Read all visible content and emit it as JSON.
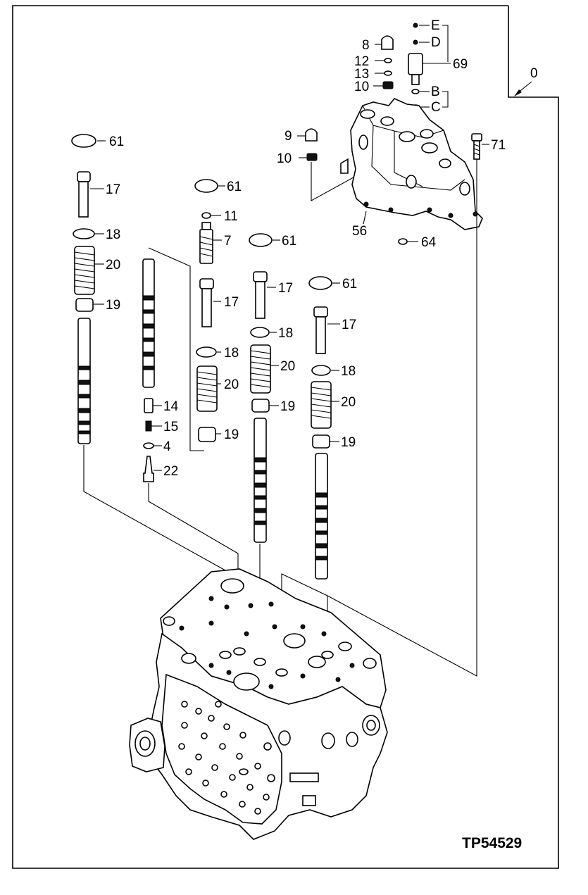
{
  "diagram": {
    "figure_id": "TP54529",
    "assembly_ref": "0",
    "labels": {
      "l61a": "61",
      "l17a": "17",
      "l18a": "18",
      "l20a": "20",
      "l19a": "19",
      "l14": "14",
      "l15": "15",
      "l4": "4",
      "l22": "22",
      "l61b": "61",
      "l11": "11",
      "l7": "7",
      "l17b": "17",
      "l18b": "18",
      "l20b": "20",
      "l19b": "19",
      "l61c": "61",
      "l17c": "17",
      "l18c": "18",
      "l20c": "20",
      "l19c": "19",
      "l61d": "61",
      "l17d": "17",
      "l18d": "18",
      "l20d": "20",
      "l19d": "19",
      "l8": "8",
      "l12": "12",
      "l13": "13",
      "l10a": "10",
      "l9": "9",
      "l10b": "10",
      "l69": "69",
      "lE": "E",
      "lD": "D",
      "lB": "B",
      "lC": "C",
      "l71": "71",
      "l56": "56",
      "l64": "64"
    }
  }
}
